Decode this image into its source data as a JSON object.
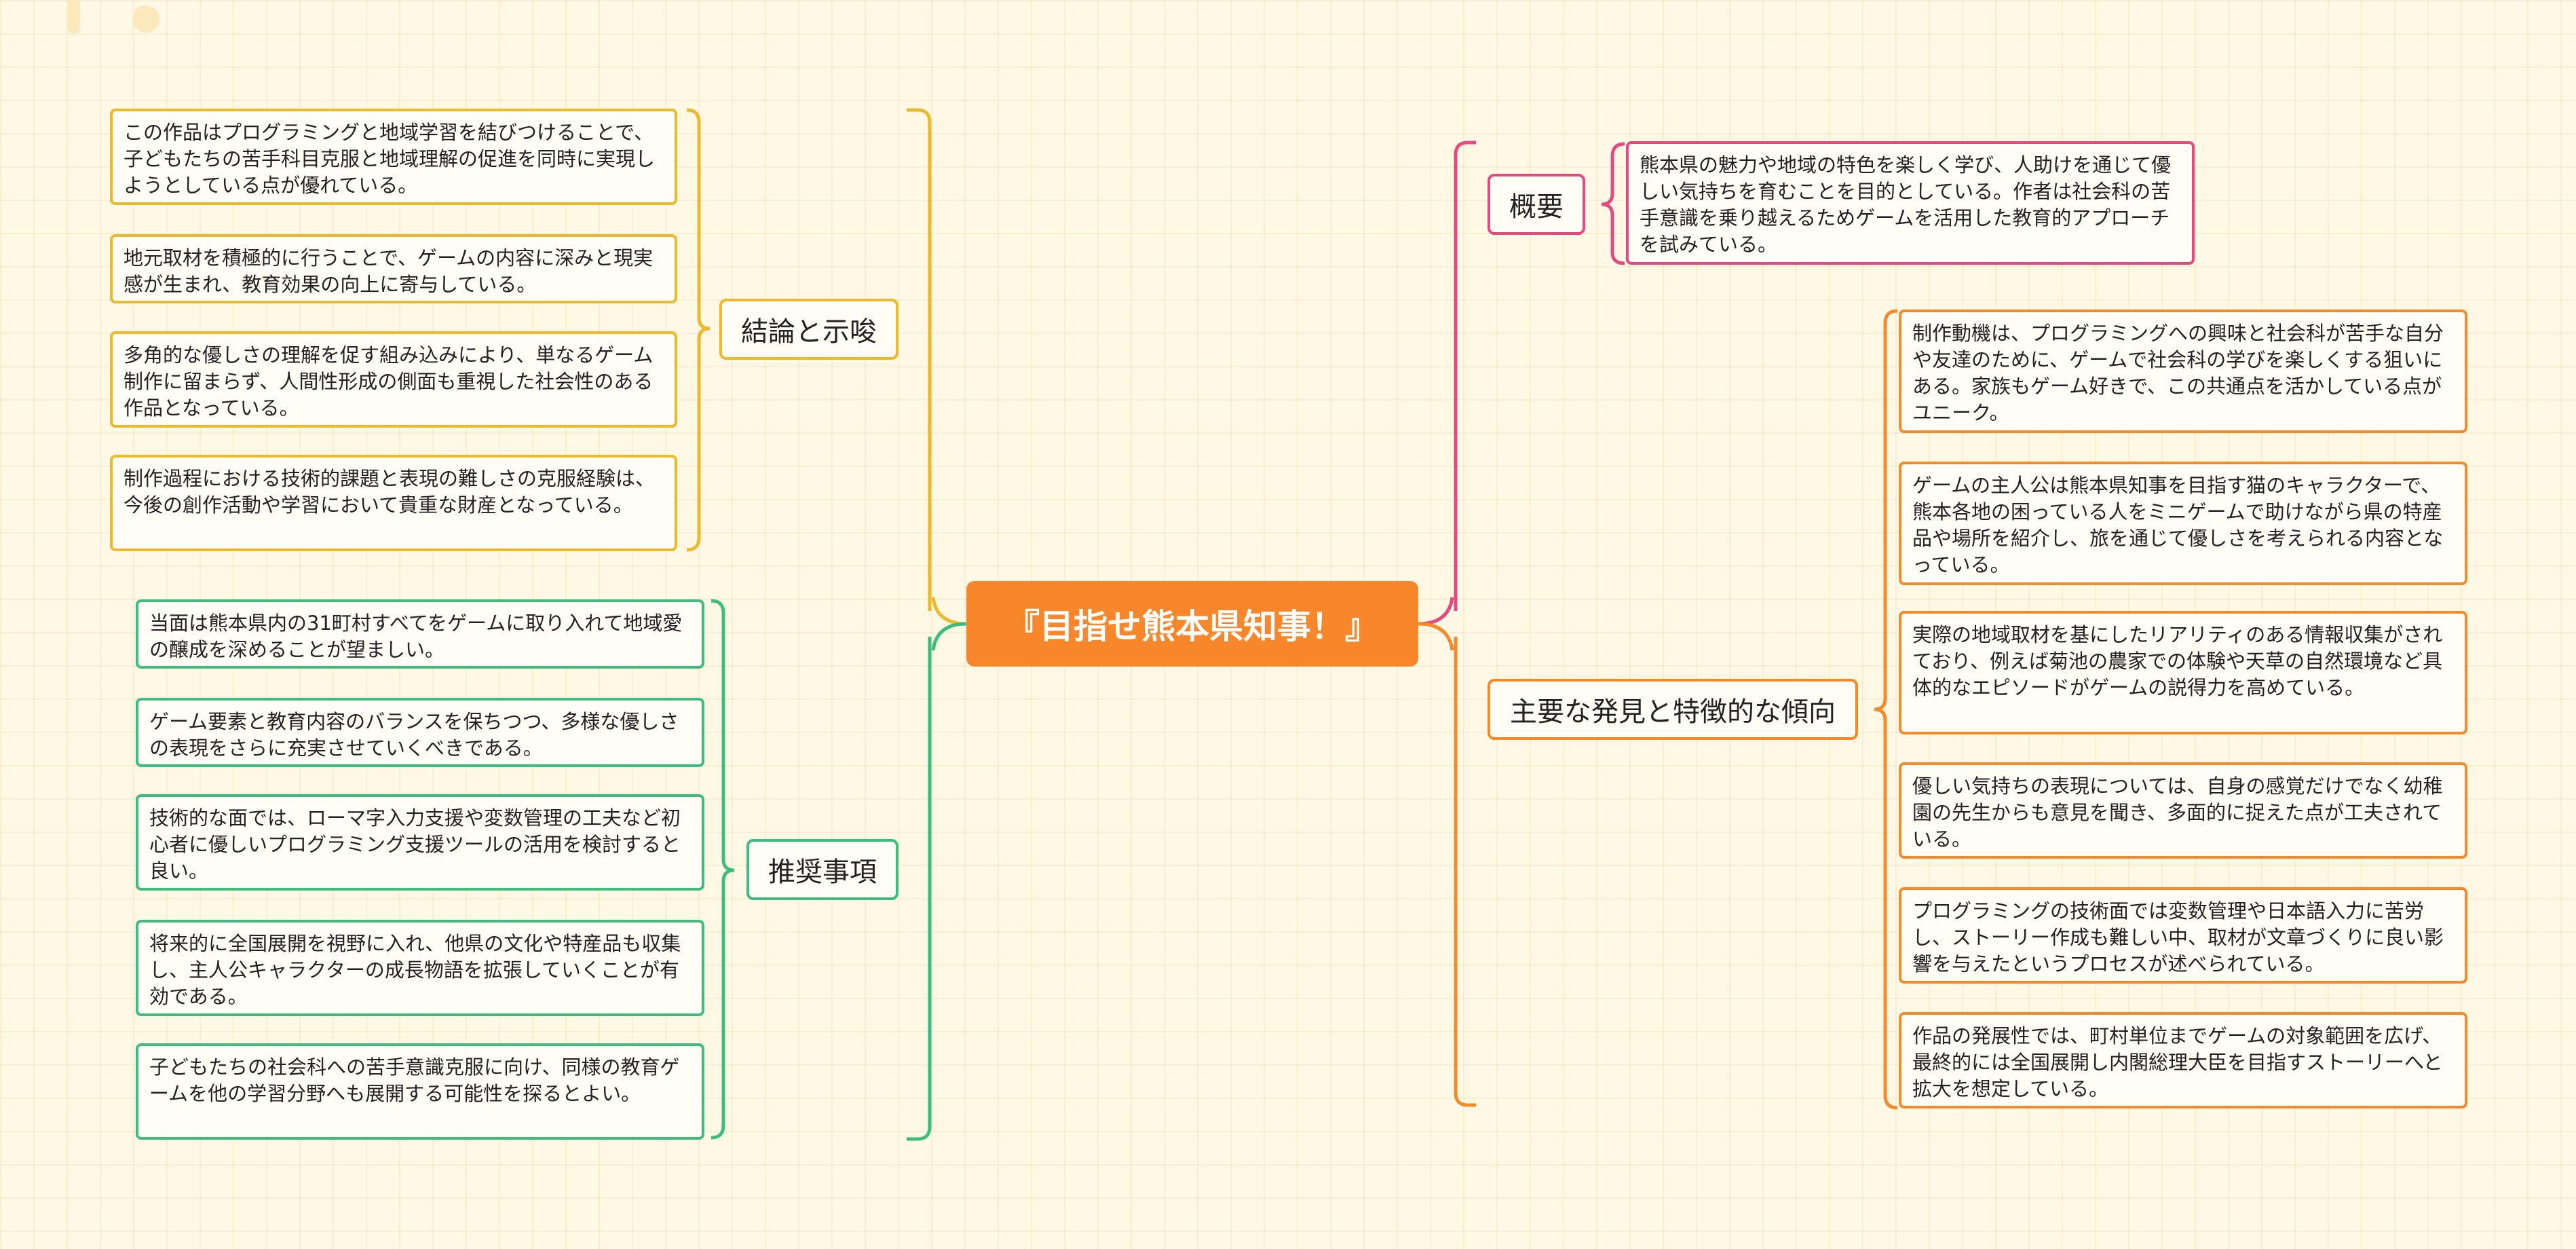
{
  "root": {
    "title": "『目指せ熊本県知事！』"
  },
  "colors": {
    "conclusion": "#eab92d",
    "recommend": "#3ebc7f",
    "overview": "#e4497f",
    "findings": "#f68a2b",
    "root": "#f7872a"
  },
  "branches": {
    "conclusion": {
      "label": "結論と示唆",
      "items": [
        "この作品はプログラミングと地域学習を結びつけることで、子どもたちの苦手科目克服と地域理解の促進を同時に実現しようとしている点が優れている。",
        "地元取材を積極的に行うことで、ゲームの内容に深みと現実感が生まれ、教育効果の向上に寄与している。",
        "多角的な優しさの理解を促す組み込みにより、単なるゲーム制作に留まらず、人間性形成の側面も重視した社会性のある作品となっている。",
        "制作過程における技術的課題と表現の難しさの克服経験は、今後の創作活動や学習において貴重な財産となっている。"
      ]
    },
    "recommend": {
      "label": "推奨事項",
      "items": [
        "当面は熊本県内の31町村すべてをゲームに取り入れて地域愛の醸成を深めることが望ましい。",
        "ゲーム要素と教育内容のバランスを保ちつつ、多様な優しさの表現をさらに充実させていくべきである。",
        "技術的な面では、ローマ字入力支援や変数管理の工夫など初心者に優しいプログラミング支援ツールの活用を検討すると良い。",
        "将来的に全国展開を視野に入れ、他県の文化や特産品も収集し、主人公キャラクターの成長物語を拡張していくことが有効である。",
        "子どもたちの社会科への苦手意識克服に向け、同様の教育ゲームを他の学習分野へも展開する可能性を探るとよい。"
      ]
    },
    "overview": {
      "label": "概要",
      "items": [
        "熊本県の魅力や地域の特色を楽しく学び、人助けを通じて優しい気持ちを育むことを目的としている。作者は社会科の苦手意識を乗り越えるためゲームを活用した教育的アプローチを試みている。"
      ]
    },
    "findings": {
      "label": "主要な発見と特徴的な傾向",
      "items": [
        "制作動機は、プログラミングへの興味と社会科が苦手な自分や友達のために、ゲームで社会科の学びを楽しくする狙いにある。家族もゲーム好きで、この共通点を活かしている点がユニーク。",
        "ゲームの主人公は熊本県知事を目指す猫のキャラクターで、熊本各地の困っている人をミニゲームで助けながら県の特産品や場所を紹介し、旅を通じて優しさを考えられる内容となっている。",
        "実際の地域取材を基にしたリアリティのある情報収集がされており、例えば菊池の農家での体験や天草の自然環境など具体的なエピソードがゲームの説得力を高めている。",
        "優しい気持ちの表現については、自身の感覚だけでなく幼稚園の先生からも意見を聞き、多面的に捉えた点が工夫されている。",
        "プログラミングの技術面では変数管理や日本語入力に苦労し、ストーリー作成も難しい中、取材が文章づくりに良い影響を与えたというプロセスが述べられている。",
        "作品の発展性では、町村単位までゲームの対象範囲を広げ、最終的には全国展開し内閣総理大臣を目指すストーリーへと拡大を想定している。"
      ]
    }
  }
}
